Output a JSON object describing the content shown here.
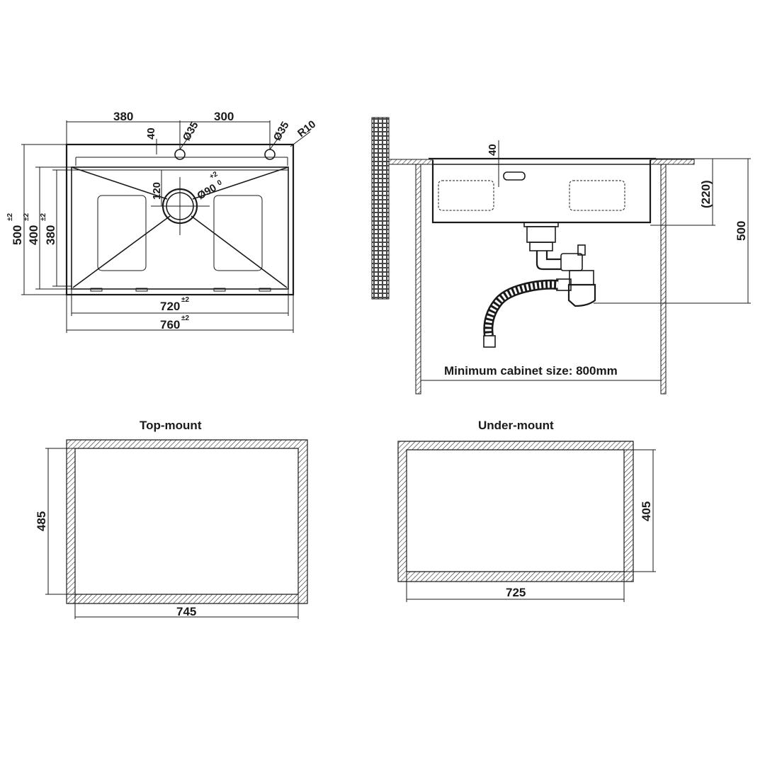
{
  "top_view": {
    "width_total": "760",
    "width_total_tol": "±2",
    "width_bowl": "720",
    "width_bowl_tol": "±2",
    "height_total": "500",
    "height_total_tol": "±2",
    "height_400": "400",
    "height_400_tol": "±2",
    "height_bowl": "380",
    "height_bowl_tol": "±2",
    "offset_left": "380",
    "offset_right": "300",
    "hole_edge": "40",
    "hole_left_dia": "Ø35",
    "hole_right_dia": "Ø35",
    "corner_radius": "R10",
    "drain_offset": "120",
    "drain_dia": "Ø90",
    "drain_tol_upper": "+2",
    "drain_tol_lower": "0"
  },
  "side_view": {
    "overflow_height": "40",
    "bowl_depth": "(220)",
    "total_height": "500",
    "cabinet_note": "Minimum cabinet size: 800mm"
  },
  "top_mount": {
    "title": "Top-mount",
    "height": "485",
    "width": "745"
  },
  "under_mount": {
    "title": "Under-mount",
    "height": "405",
    "width": "725"
  }
}
